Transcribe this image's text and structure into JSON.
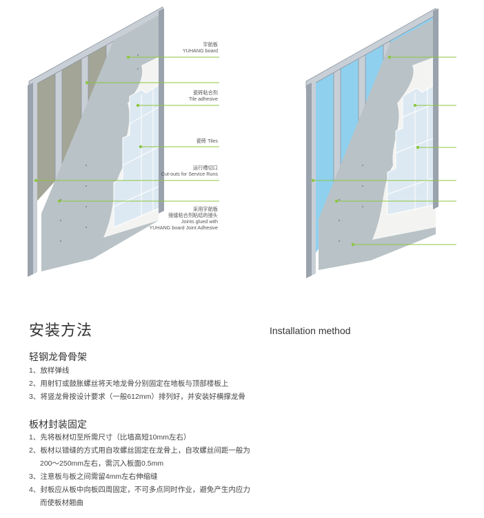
{
  "callouts": [
    {
      "lines": [
        "宇航板",
        "YUHANG board"
      ]
    },
    {
      "lines": [
        "瓷砖粘合剂",
        "Tile adhesive"
      ]
    },
    {
      "lines": [
        "瓷砖 Tiles"
      ]
    },
    {
      "lines": [
        "运行槽切口",
        "Cut-outs for Service Runs"
      ]
    },
    {
      "lines": [
        "采用宇航板",
        "接缝粘合剂粘结的接头",
        "Joints glued with",
        "YUHANG board Joint Adhesive"
      ]
    }
  ],
  "colors": {
    "accent": "#8cc63f",
    "frame": "#9aa2ad",
    "board": "#b9c2c6",
    "tile": "#dde9f2",
    "cavity_left": "#a3a596",
    "cavity_right": "#8fd0ee"
  },
  "title_cn": "安装方法",
  "title_en": "Installation method",
  "sections": [
    {
      "heading": "轻钢龙骨骨架",
      "steps": [
        {
          "line1": "1、放样弹线",
          "line2": ""
        },
        {
          "line1": "2、用射钉或鼓胀螺丝将天地龙骨分别固定在地板与顶部楼板上",
          "line2": ""
        },
        {
          "line1": "3、将竖龙骨按设计要求（一般612mm）排列好，并安装好横撑龙骨",
          "line2": ""
        }
      ]
    },
    {
      "heading": "板材封装固定",
      "steps": [
        {
          "line1": "1、先将板材切至所需尺寸（比墙高短10mm左右）",
          "line2": ""
        },
        {
          "line1": "2、板材以错缝的方式用自攻螺丝固定在龙骨上，自攻螺丝间距一般为",
          "line2": "200～250mm左右，需沉入板面0.5mm"
        },
        {
          "line1": "3、注意板与板之间需留4mm左右伸缩缝",
          "line2": ""
        },
        {
          "line1": "4、封板应从板中向板四周固定，不可多点同时作业，避免产生内应力",
          "line2": "而使板材翘曲"
        }
      ]
    }
  ]
}
